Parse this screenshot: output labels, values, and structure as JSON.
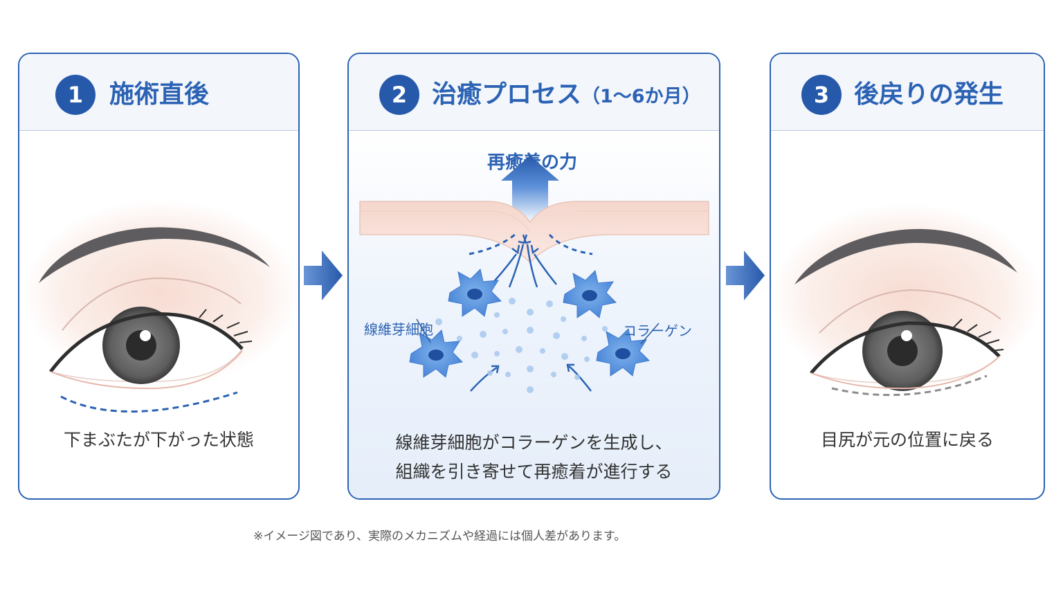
{
  "steps": [
    {
      "number": "1",
      "title": "施術直後",
      "caption": "下まぶたが下がった状態"
    },
    {
      "number": "2",
      "title": "治癒プロセス",
      "title_sub": "（1〜6か月）",
      "caption_lines": [
        "線維芽細胞がコラーゲンを生成し、",
        "組織を引き寄せて再癒着が進行する"
      ],
      "labels": {
        "force": "再癒着の力",
        "fibroblast": "線維芽細胞",
        "collagen": "コラーゲン"
      }
    },
    {
      "number": "3",
      "title": "後戻りの発生",
      "caption": "目尻が元の位置に戻る"
    }
  ],
  "footnote": "※イメージ図であり、実際のメカニズムや経過には個人差があります。",
  "colors": {
    "accent": "#2b62b4",
    "step_badge": "#2759aa",
    "iris": "#6e6e6e",
    "skin": "#f9e7df"
  }
}
